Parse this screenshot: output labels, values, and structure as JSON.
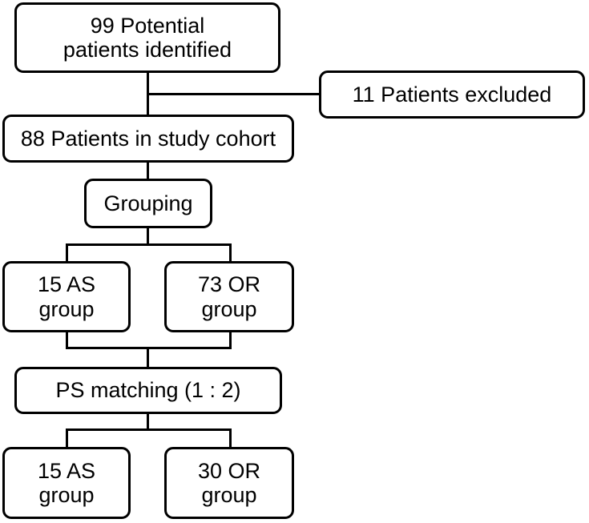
{
  "diagram": {
    "type": "flowchart",
    "background_color": "#ffffff",
    "box_border_color": "#000000",
    "text_color": "#000000",
    "nodes": {
      "potential": {
        "label": "99 Potential\npatients identified"
      },
      "excluded": {
        "label": "11 Patients excluded"
      },
      "cohort": {
        "label": "88 Patients in study cohort"
      },
      "grouping": {
        "label": "Grouping"
      },
      "as_pre_match": {
        "label": "15 AS\ngroup"
      },
      "or_pre_match": {
        "label": "73 OR\ngroup"
      },
      "ps_matching": {
        "label": "PS matching (1 : 2)"
      },
      "as_post_match": {
        "label": "15 AS\ngroup"
      },
      "or_post_match": {
        "label": "30 OR\ngroup"
      }
    },
    "edges": [
      {
        "from": "potential",
        "to": "cohort"
      },
      {
        "from": "potential",
        "to": "excluded"
      },
      {
        "from": "cohort",
        "to": "grouping"
      },
      {
        "from": "grouping",
        "to": "as_pre_match"
      },
      {
        "from": "grouping",
        "to": "or_pre_match"
      },
      {
        "from": "as_pre_match",
        "to": "ps_matching"
      },
      {
        "from": "or_pre_match",
        "to": "ps_matching"
      },
      {
        "from": "ps_matching",
        "to": "as_post_match"
      },
      {
        "from": "ps_matching",
        "to": "or_post_match"
      }
    ]
  }
}
